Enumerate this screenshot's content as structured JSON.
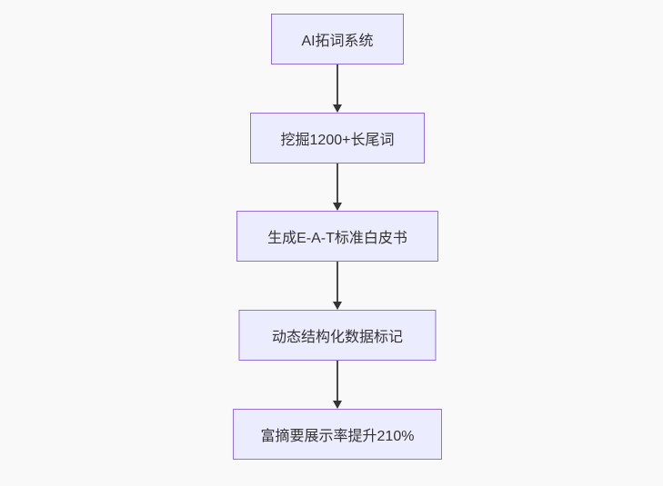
{
  "diagram": {
    "type": "flowchart",
    "direction": "top-down",
    "nodes": [
      {
        "id": "step-1",
        "label": "AI拓词系统"
      },
      {
        "id": "step-2",
        "label": "挖掘1200+长尾词"
      },
      {
        "id": "step-3",
        "label": "生成E-A-T标准白皮书"
      },
      {
        "id": "step-4",
        "label": "动态结构化数据标记"
      },
      {
        "id": "step-5",
        "label": "富摘要展示率提升210%"
      }
    ],
    "edges": [
      {
        "from": "AI拓词系统",
        "to": "挖掘1200+长尾词",
        "style": "arrow-down"
      },
      {
        "from": "挖掘1200+长尾词",
        "to": "生成E-A-T标准白皮书",
        "style": "arrow-down"
      },
      {
        "from": "生成E-A-T标准白皮书",
        "to": "动态结构化数据标记",
        "style": "arrow-down"
      },
      {
        "from": "动态结构化数据标记",
        "to": "富摘要展示率提升210%",
        "style": "arrow-down"
      }
    ],
    "colors": {
      "background": "#f9f9f9",
      "node_fill": "#ececff",
      "node_border": "#9370db",
      "node_text": "#333333",
      "arrow": "#333333"
    }
  }
}
